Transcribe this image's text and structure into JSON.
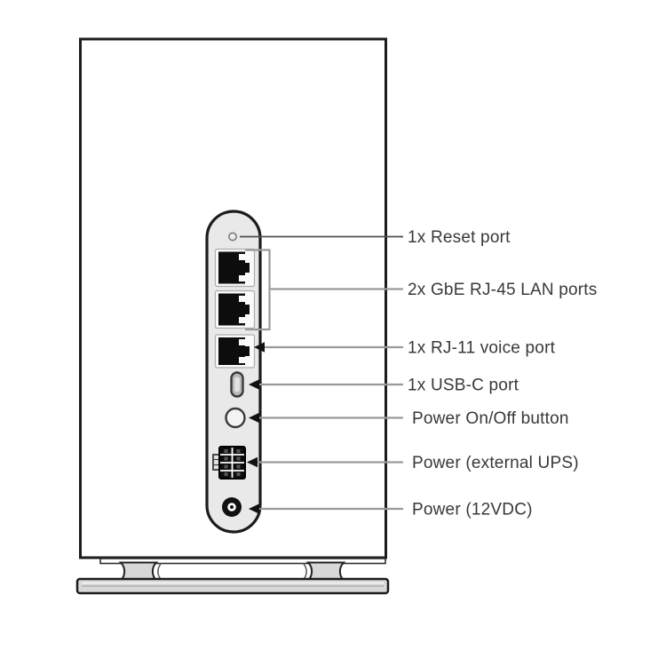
{
  "diagram": {
    "callouts": [
      {
        "id": "reset-port",
        "label": "1x Reset port"
      },
      {
        "id": "lan-ports",
        "label": "2x GbE RJ-45 LAN ports"
      },
      {
        "id": "rj11-voice-port",
        "label": "1x RJ-11 voice port"
      },
      {
        "id": "usb-c-port",
        "label": "1x USB-C port"
      },
      {
        "id": "power-button",
        "label": "Power On/Off button"
      },
      {
        "id": "power-external-ups",
        "label": "Power (external UPS)"
      },
      {
        "id": "power-12vdc",
        "label": "Power (12VDC)"
      }
    ],
    "colors": {
      "outline": "#1c1c1c",
      "panel_fill": "#e9e9e9",
      "base_fill": "#d8d8d8",
      "leader_line": "#9a9a9a",
      "reset_line": "#4f4f4f",
      "text": "#383838",
      "port_black": "#0d0d0d"
    }
  }
}
